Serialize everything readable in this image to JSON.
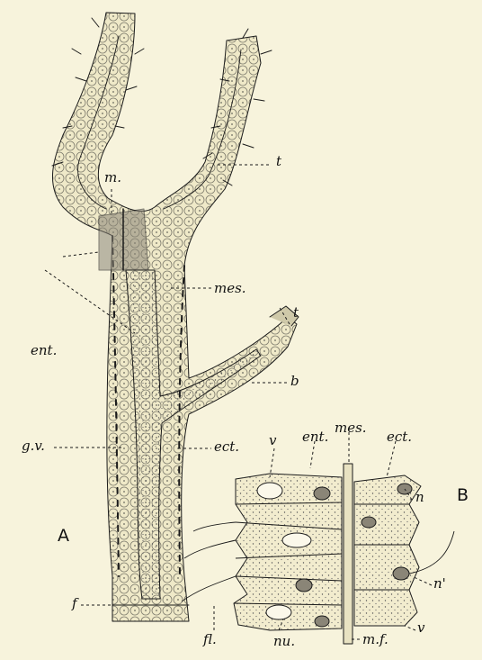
{
  "figure": {
    "panels": [
      {
        "id": "A",
        "label": "A"
      },
      {
        "id": "B",
        "label": "B"
      }
    ],
    "labels": {
      "mouth": "m.",
      "tentacle_upper": "t",
      "tentacle_bud": "t",
      "mesoglea_a": "mes.",
      "endoderm_a": "ent.",
      "bud": "b",
      "gastrovascular": "g.v.",
      "ectoderm_a": "ect.",
      "foot": "f",
      "vacuole_top": "v",
      "endoderm_b": "ent.",
      "mesoglea_b": "mes.",
      "ectoderm_b": "ect.",
      "nematocyst": "n",
      "nematocyst_2": "n'",
      "vacuole_bottom": "v",
      "flagellum": "fl.",
      "nucleus": "nu.",
      "muscle_fibre": "m.f."
    }
  }
}
